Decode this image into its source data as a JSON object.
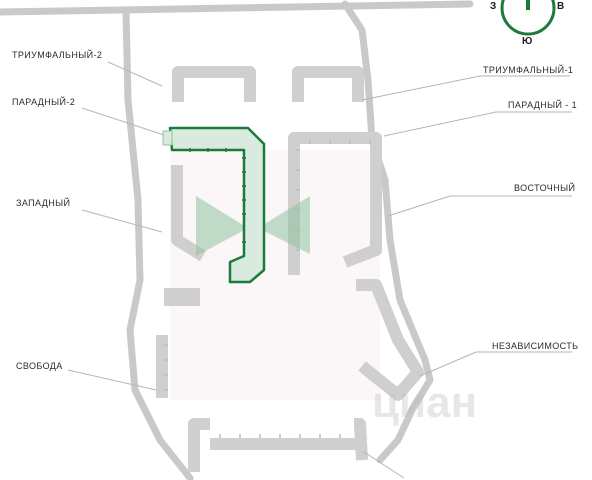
{
  "compass": {
    "west": "З",
    "east": "В",
    "south": "Ю",
    "color": "#1e7a3c"
  },
  "labels": {
    "triumfalny_2": "ТРИУМФАЛЬНЫЙ-2",
    "paradny_2": "ПАРАДНЫЙ-2",
    "zapadny": "ЗАПАДНЫЙ",
    "svoboda": "СВОБОДА",
    "triumfalny_1": "ТРИУМФАЛЬНЫЙ-1",
    "paradny_1": "ПАРАДНЫЙ - 1",
    "vostochny": "ВОСТОЧНЫЙ",
    "nezavisimost": "НЕЗАВИСИМОСТЬ"
  },
  "watermark": "циан",
  "colors": {
    "building": "#cfcfcf",
    "road": "#c9c9c9",
    "highlight_stroke": "#1e7a3c",
    "highlight_fill": "#d9eadf",
    "view_cone": "#8fc3a0",
    "leader": "#b5b5b5"
  }
}
